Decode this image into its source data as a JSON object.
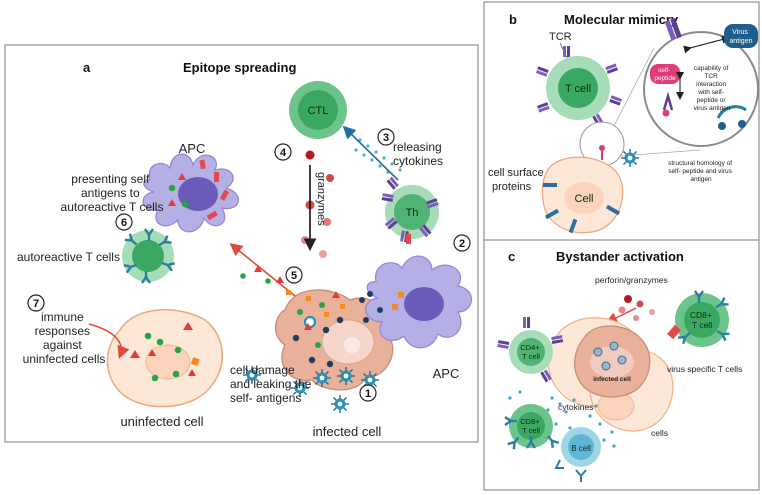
{
  "panel_a": {
    "letter": "a",
    "title": "Epitope spreading",
    "apc_top": "APC",
    "apc_right": "APC",
    "ctl": "CTL",
    "th": "Th",
    "granzymes": "granzymes",
    "releasing_cytokines": [
      "releasing",
      "cytokines"
    ],
    "presenting": [
      "presenting self",
      "antigens to",
      "autoreactive T cells"
    ],
    "autoreactive": "autoreactive T cells",
    "immune": [
      "immune",
      "responses",
      "against",
      "uninfected cells"
    ],
    "cell_damage": [
      "cell damage",
      "and leaking the",
      "self- antigens"
    ],
    "uninfected_cell": "uninfected cell",
    "infected_cell": "infected cell",
    "steps": [
      "1",
      "2",
      "3",
      "4",
      "5",
      "6",
      "7"
    ]
  },
  "panel_b": {
    "letter": "b",
    "title": "Molecular mimicry",
    "tcr": "TCR",
    "t_cell": "T cell",
    "cell": "Cell",
    "surface": [
      "cell surface",
      "proteins"
    ],
    "self_peptide": [
      "self-",
      "peptide"
    ],
    "virus_antigen": [
      "Virus",
      "antigen"
    ],
    "capability": [
      "capability of",
      "TCR",
      "interaction",
      "with self-",
      "peptide or",
      "virus antigen"
    ],
    "structural": [
      "structural homology of",
      "self- peptide and virus",
      "antigen"
    ]
  },
  "panel_c": {
    "letter": "c",
    "title": "Bystander activation",
    "perforin": "perforin/granzymes",
    "cd8_top": [
      "CD8+",
      "T cell"
    ],
    "cd4": [
      "CD4+",
      "T cell"
    ],
    "cd8_bottom": [
      "CD8+",
      "T cell"
    ],
    "b_cell": "B cell",
    "infected_cell": "infected cell",
    "cytokines": "cytokines",
    "cells": "cells",
    "virus_specific": "virus specific T cells"
  },
  "colors": {
    "t_cell_green": "#6cc48b",
    "t_cell_inner": "#3aa763",
    "apc_purple": "#b4b0e6",
    "infected_salmon": "#e9b09a",
    "uninfected_peach": "#fde7d6",
    "virus_blue": "#2b8fb8",
    "receptor_purple": "#5e3f98",
    "antigen_red": "#e33b3b"
  }
}
